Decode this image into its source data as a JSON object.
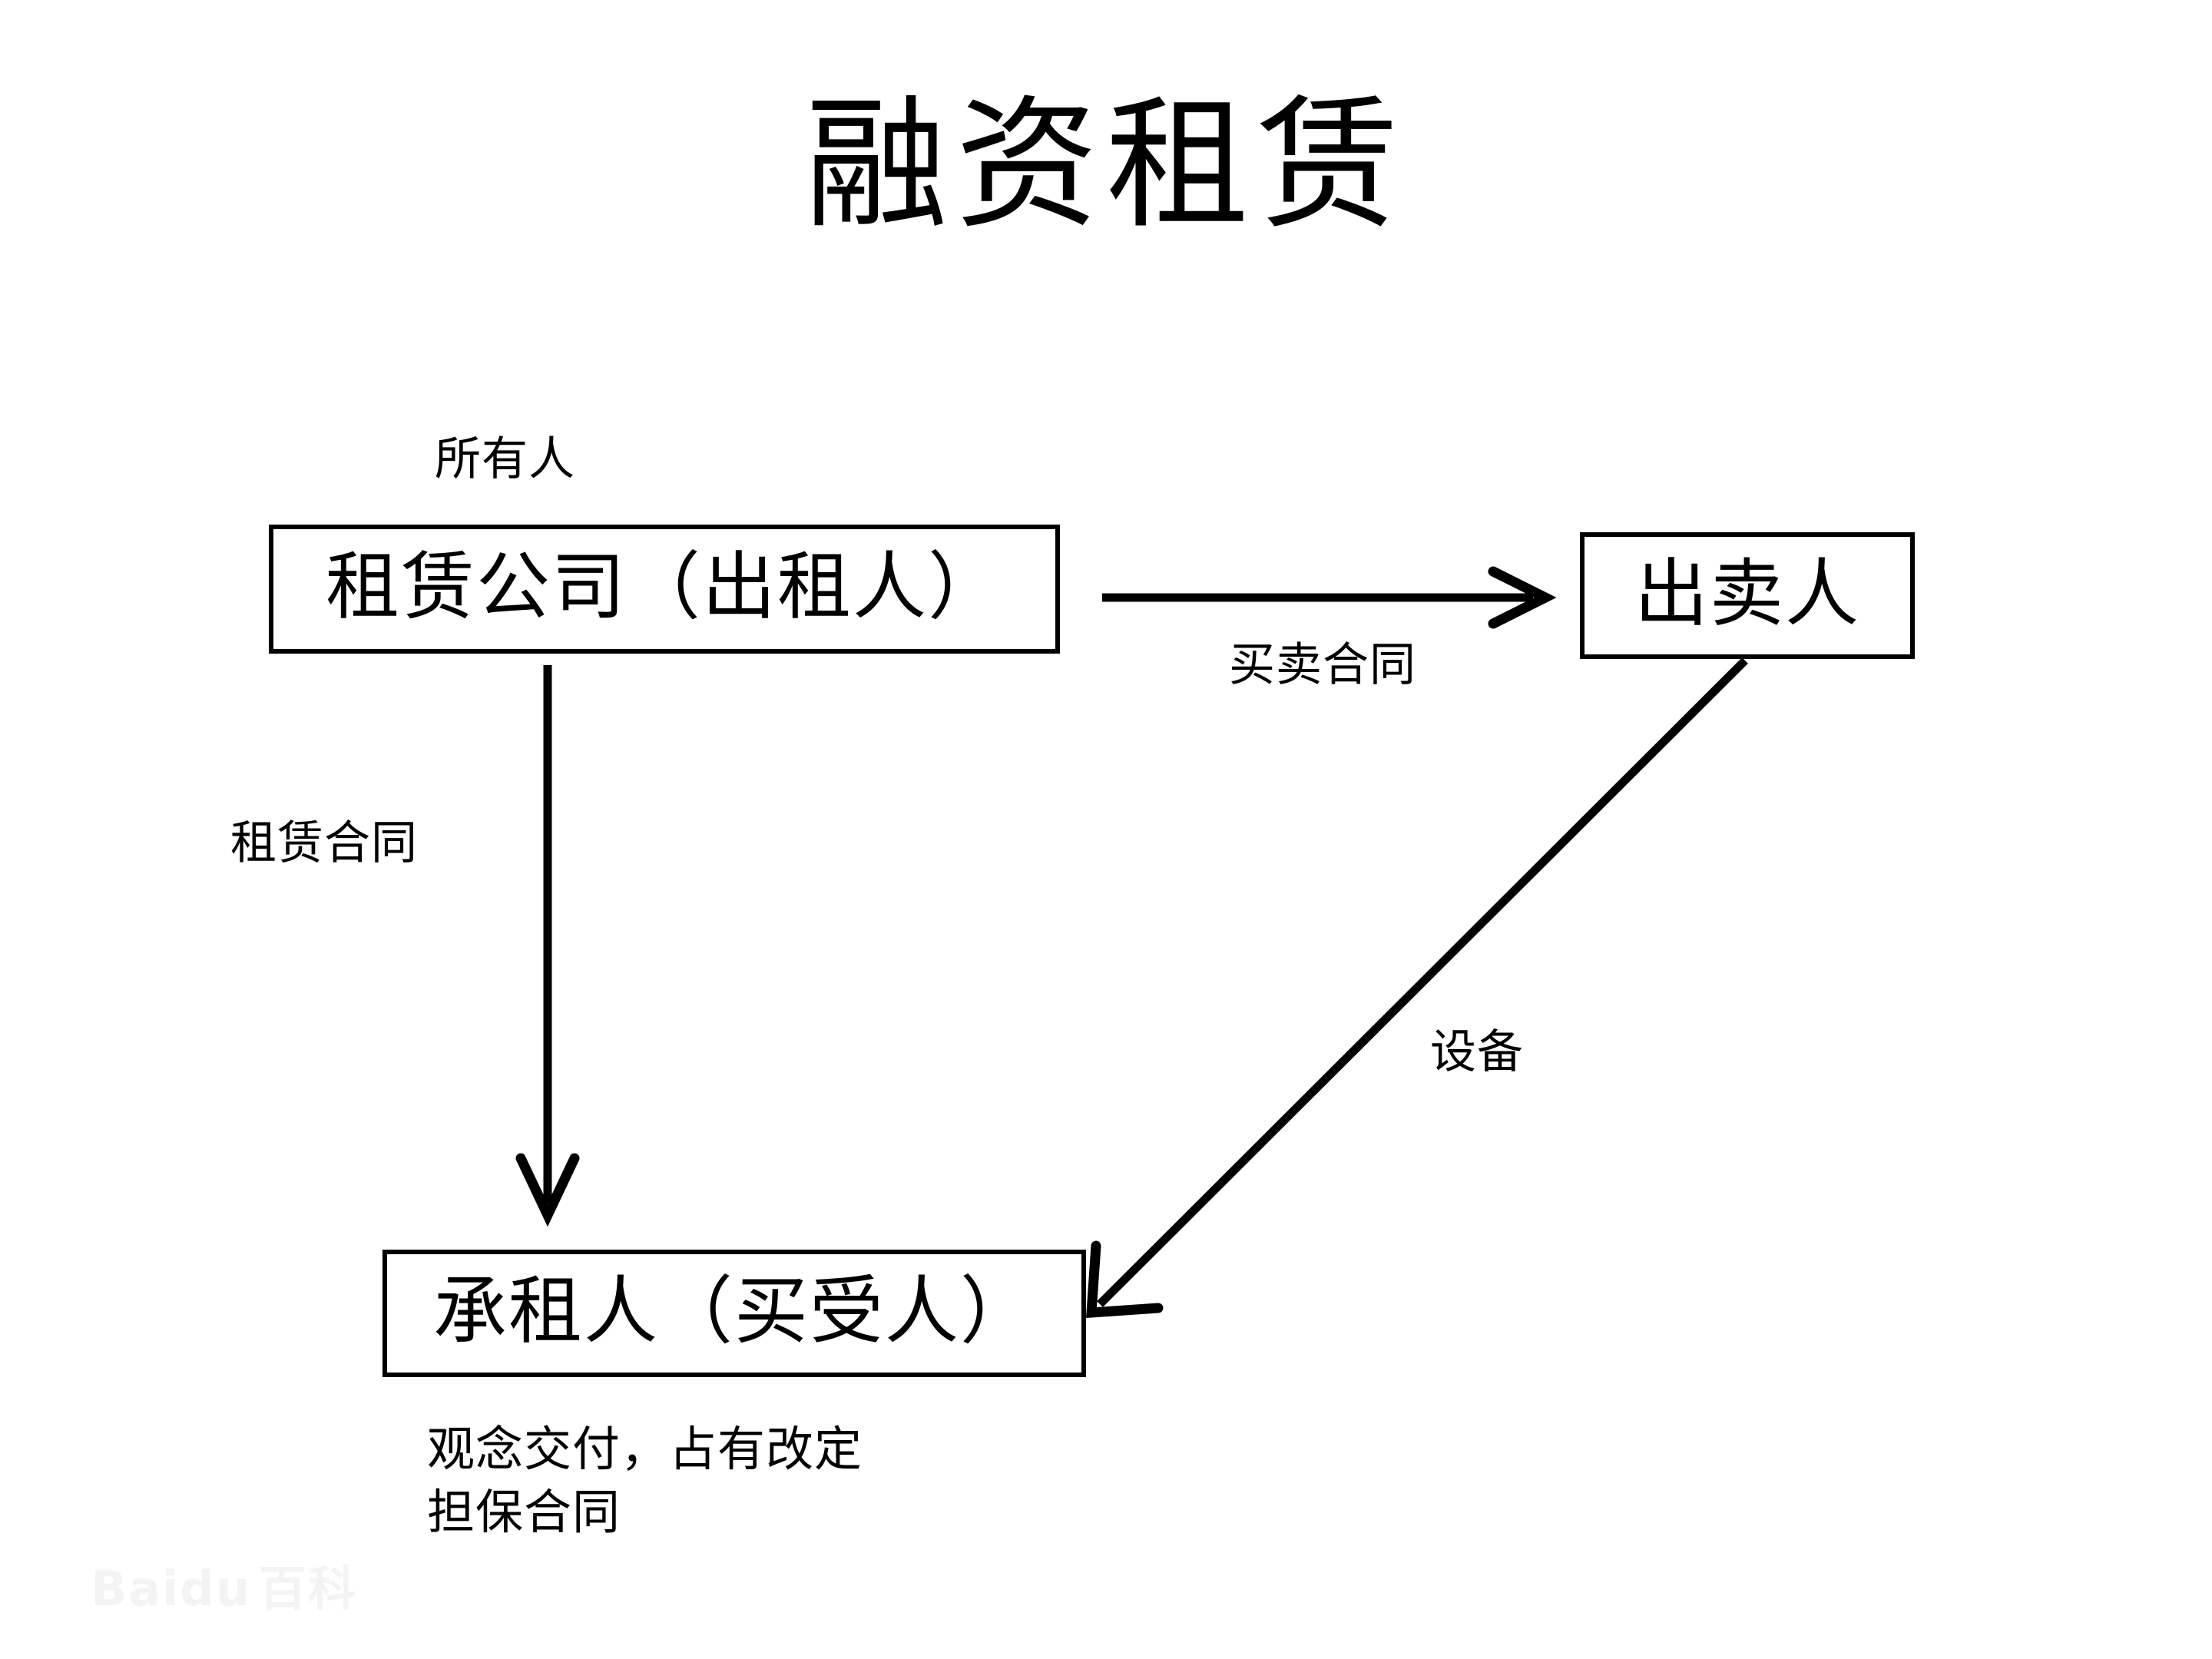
{
  "page": {
    "title": "融资租赁",
    "background_color": "#ffffff",
    "line_color": "#000000"
  },
  "nodes": [
    {
      "id": "lessor",
      "label": "租赁公司（出租人）"
    },
    {
      "id": "seller",
      "label": "出卖人"
    },
    {
      "id": "lessee",
      "label": "承租人（买受人）"
    }
  ],
  "annotations": {
    "owner": "所有人",
    "sales_contract": "买卖合同",
    "lease_contract": "租赁合同",
    "equipment": "设备"
  },
  "captions": {
    "line1": "观念交付，占有改定",
    "line2": "担保合同"
  },
  "edges": [
    {
      "id": "sales-contract-edge",
      "from": "lessor",
      "to": "seller",
      "label": "买卖合同",
      "direction": "right"
    },
    {
      "id": "lease-contract-edge",
      "from": "lessor",
      "to": "lessee",
      "label": "租赁合同",
      "direction": "down"
    },
    {
      "id": "equipment-edge",
      "from": "seller",
      "to": "lessee",
      "label": "设备",
      "direction": "diagonal-down-left"
    }
  ],
  "watermark": {
    "brand": "Baidu",
    "suffix": "百科"
  }
}
